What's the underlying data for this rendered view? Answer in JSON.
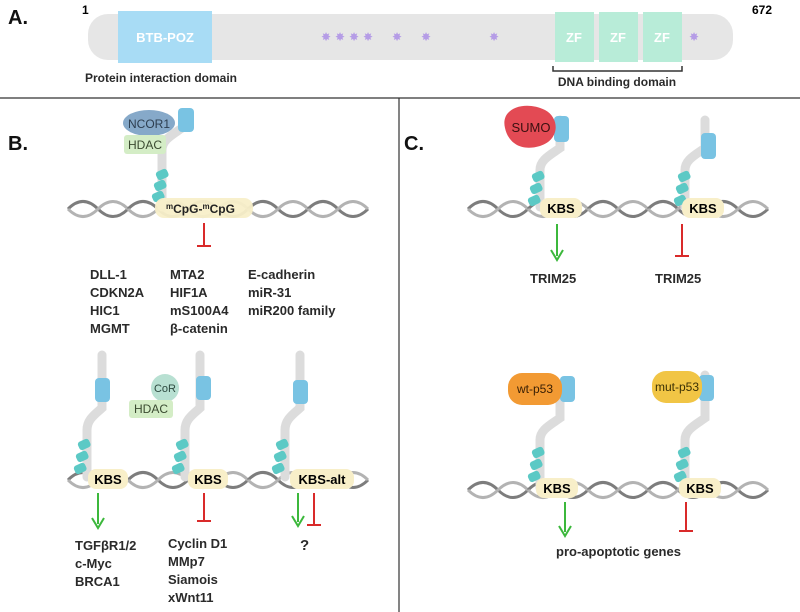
{
  "panel_a": {
    "label": "A.",
    "start": "1",
    "end": "672",
    "domains": {
      "btb": "BTB-POZ",
      "zf": "ZF"
    },
    "captions": {
      "protein": "Protein interaction domain",
      "dna": "DNA binding domain"
    }
  },
  "panel_b": {
    "label": "B.",
    "factors": {
      "ncor1": "NCOR1",
      "hdac": "HDAC",
      "cor": "CoR"
    },
    "site_top": {
      "m": "m",
      "cpg1": "CpG-",
      "cpg2": "CpG"
    },
    "genes_col1": [
      "DLL-1",
      "CDKN2A",
      "HIC1",
      "MGMT"
    ],
    "genes_col2": [
      "MTA2",
      "HIF1A",
      "mS100A4",
      "β-catenin"
    ],
    "genes_col3": [
      "E-cadherin",
      "miR-31",
      "miR200 family"
    ],
    "kbs": "KBS",
    "kbs_alt": "KBS-alt",
    "genes_bottom1": [
      "TGFβR1/2",
      "c-Myc",
      "BRCA1"
    ],
    "genes_bottom2": [
      "Cyclin D1",
      "MMp7",
      "Siamois",
      "xWnt11"
    ],
    "unknown": "?"
  },
  "panel_c": {
    "label": "C.",
    "sumo": "SUMO",
    "kbs": "KBS",
    "trim1": "TRIM25",
    "trim2": "TRIM25",
    "wtp53": "wt-p53",
    "mutp53": "mut-p53",
    "proapoptotic": "pro-apoptotic genes"
  }
}
